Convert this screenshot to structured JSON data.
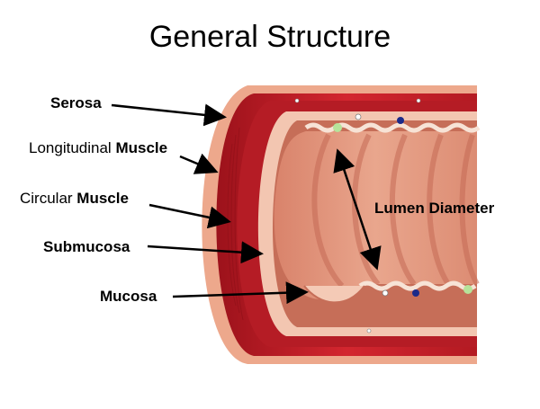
{
  "title": "General Structure",
  "labels": {
    "serosa": "Serosa",
    "longitudinal": {
      "prefix": "Longitudinal",
      "bold": "Muscle"
    },
    "circular": {
      "prefix": "Circular",
      "bold": "Muscle"
    },
    "submucosa": "Submucosa",
    "mucosa": "Mucosa",
    "lumen": "Lumen Diameter"
  },
  "colors": {
    "serosa": "#e8a58a",
    "muscle_outer": "#c8202a",
    "muscle_inner": "#a81a22",
    "submucosa": "#f1c3ad",
    "mucosa": "#d98a72",
    "lumen_wall": "#e6a38a",
    "fold_shade": "#c9705c",
    "arrow": "#000000"
  }
}
